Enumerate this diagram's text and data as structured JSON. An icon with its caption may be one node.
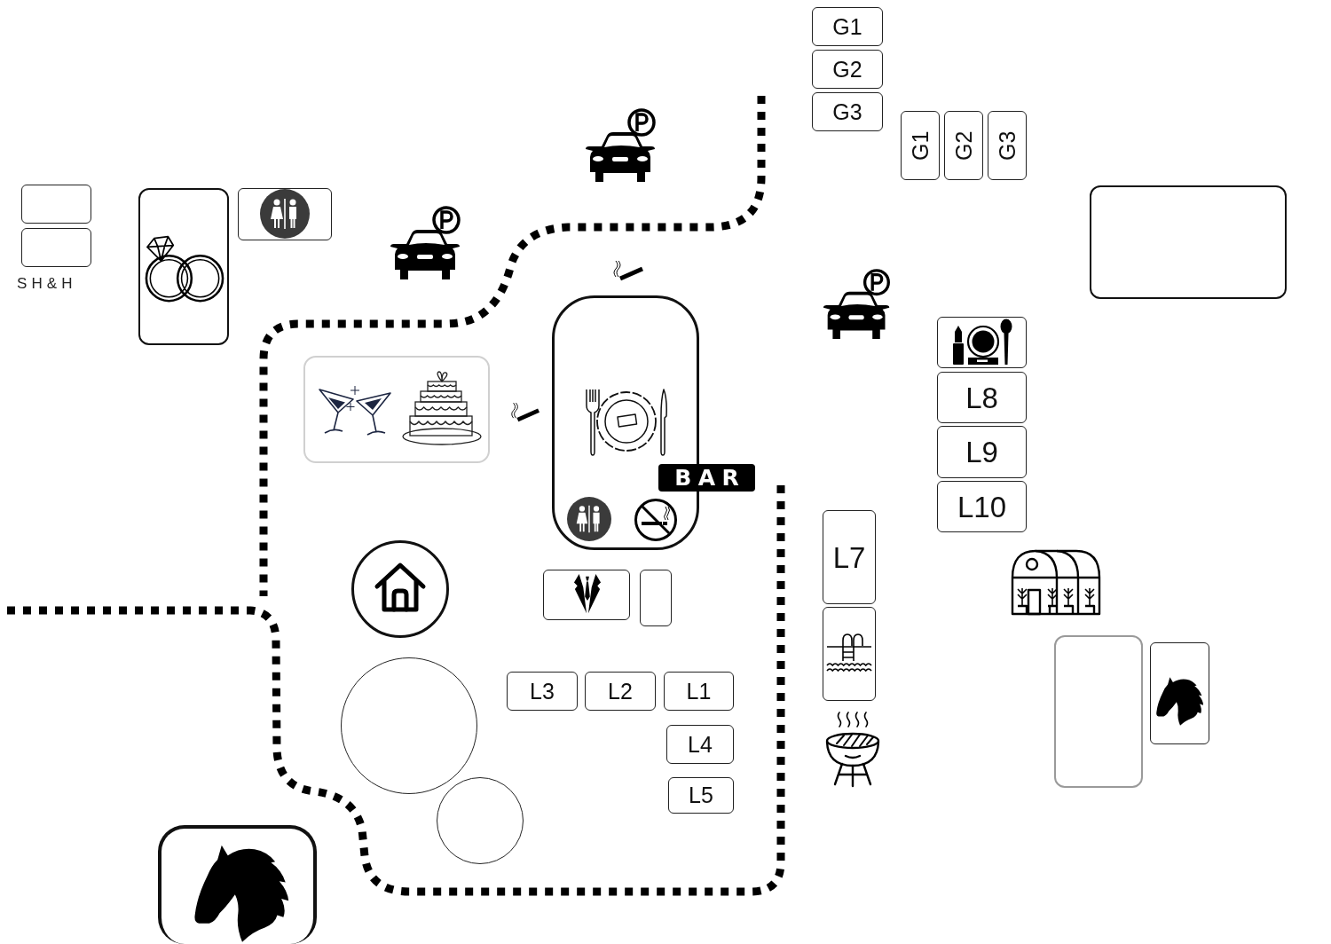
{
  "diagram": {
    "nodes": [
      {
        "text": [
          "G1"
        ]
      },
      {
        "text": [
          "G2"
        ]
      },
      {
        "text": [
          "G3"
        ]
      },
      {
        "text": [
          "G1"
        ]
      },
      {
        "text": [
          "G2"
        ]
      },
      {
        "text": [
          "G3"
        ]
      },
      {
        "text": [],
        "shape": "box"
      },
      {
        "text": [],
        "shape": "box"
      },
      {
        "text": [],
        "shape": "box"
      },
      {
        "text": [],
        "shape": "box"
      },
      {
        "text": [],
        "shape": "box"
      },
      {
        "text": [],
        "shape": "box"
      },
      {
        "text": [],
        "shape": "box"
      },
      {
        "text": [],
        "shape": "box"
      },
      {
        "text": [
          "L8"
        ]
      },
      {
        "text": [
          "L9"
        ]
      },
      {
        "text": [
          "BAR"
        ]
      },
      {
        "text": [
          "L10"
        ]
      },
      {
        "text": [
          "L7"
        ]
      },
      {
        "text": [],
        "shape": "circle"
      },
      {
        "text": [],
        "shape": "box"
      },
      {
        "text": [],
        "shape": "box"
      },
      {
        "text": [],
        "shape": "box"
      },
      {
        "text": [],
        "shape": "box"
      },
      {
        "text": [],
        "shape": "box"
      },
      {
        "text": [],
        "shape": "circle"
      },
      {
        "text": [
          "L3"
        ]
      },
      {
        "text": [
          "L2"
        ]
      },
      {
        "text": [
          "L1"
        ]
      },
      {
        "text": [
          "L4"
        ]
      },
      {
        "text": [
          "L5"
        ]
      },
      {
        "text": [],
        "shape": "circle"
      },
      {
        "text": [],
        "shape": "box"
      }
    ],
    "labels": [
      "SH&H"
    ]
  }
}
